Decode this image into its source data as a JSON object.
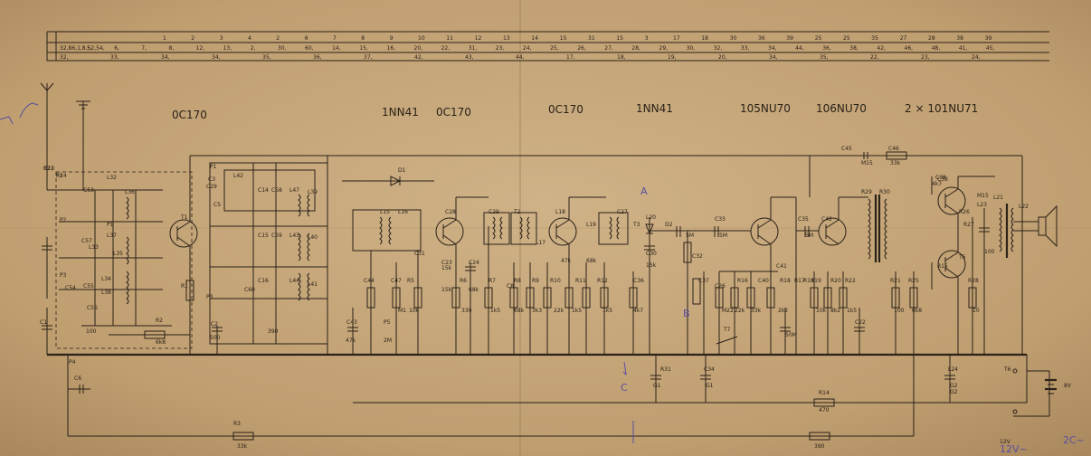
{
  "sheet": {
    "title_row_labels": [
      "2"
    ],
    "table": {
      "row1": [
        "1",
        "2",
        "3",
        "4",
        "2",
        "6",
        "7",
        "8",
        "9",
        "10",
        "11",
        "12",
        "13",
        "14",
        "15",
        "31",
        "15",
        "3",
        "17",
        "18",
        "30",
        "36",
        "39",
        "25",
        "25",
        "35",
        "27",
        "28",
        "38",
        "39"
      ],
      "row2": [
        "32,86,1,8,52,54,",
        "5,",
        "6,",
        "7,",
        "8,",
        "12,",
        "13,",
        "2,",
        "30,",
        "60,",
        "14,",
        "15,",
        "16,",
        "20,",
        "22,",
        "31,",
        "23,",
        "24,",
        "25,",
        "26,",
        "27,",
        "28,",
        "29,",
        "30,",
        "32,",
        "33,",
        "34,",
        "44,",
        "36,",
        "38,",
        "42,",
        "46,",
        "48,",
        "41,",
        "45,"
      ],
      "row3": [
        "32,",
        "33,",
        "34,",
        "34,",
        "35,",
        "36,",
        "37,",
        "42,",
        "43,",
        "44,",
        "17,",
        "18,",
        "19,",
        "20,",
        "34,",
        "35,",
        "22,",
        "23,",
        "24,"
      ]
    },
    "transistors": [
      {
        "id": "0c170-1",
        "label": "0C170"
      },
      {
        "id": "1nn41-1",
        "label": "1NN41"
      },
      {
        "id": "0c170-2",
        "label": "0C170"
      },
      {
        "id": "0c170-3",
        "label": "0C170"
      },
      {
        "id": "1nn41-2",
        "label": "1NN41"
      },
      {
        "id": "105nu70",
        "label": "105NU70"
      },
      {
        "id": "106nu70",
        "label": "106NU70"
      },
      {
        "id": "2x101nu71",
        "label": "2 × 101NU71"
      }
    ],
    "components": [
      "C12",
      "P1",
      "L32",
      "L36",
      "C53",
      "P1",
      "L33",
      "L35",
      "L34",
      "C55",
      "C54",
      "L38",
      "P2",
      "L37",
      "P3",
      "C57",
      "T1",
      "C29",
      "P1",
      "L42",
      "C14",
      "C58",
      "L47",
      "L39",
      "C15",
      "C59",
      "L43",
      "L40",
      "C16",
      "L44",
      "L41",
      "C60",
      "P3",
      "C56",
      "C1",
      "R1",
      "R2",
      "R3",
      "C2",
      "C3",
      "C5",
      "C6",
      "D1",
      "L15",
      "L16",
      "C31",
      "C43",
      "C23",
      "C24",
      "C28",
      "C29",
      "T2",
      "L17",
      "L18",
      "C27",
      "T3",
      "L19",
      "L20",
      "C30",
      "D2",
      "C32",
      "C33",
      "R31",
      "C34",
      "C35",
      "C36",
      "C37",
      "C38",
      "R15",
      "R16",
      "C40",
      "C41",
      "R18",
      "R17",
      "R19",
      "R20",
      "R22",
      "R21",
      "R25",
      "R28",
      "R27",
      "R29",
      "R30",
      "L21",
      "L22",
      "L23",
      "L24",
      "C45",
      "C46",
      "C42",
      "R26",
      "T5",
      "T6",
      "T7",
      "P4",
      "P5",
      "C8",
      "C22",
      "C26",
      "C39",
      "C44",
      "C47",
      "R5",
      "R6",
      "R7",
      "R8",
      "R9",
      "R10",
      "R11",
      "R12",
      "R13",
      "R14",
      "R23",
      "R24"
    ],
    "values": [
      "15k",
      "68k",
      "47k",
      "68k",
      "15k",
      "M1",
      "10k",
      "330",
      "1k5",
      "68k",
      "3k3",
      "22k",
      "1k5",
      "1k5",
      "4k7",
      "5M",
      "5M",
      "5M",
      "15k",
      "22k",
      "33k",
      "2k2",
      "50M",
      "10k",
      "8k2",
      "1k5",
      "100",
      "6k8",
      "10",
      "M22",
      "G1",
      "G1",
      "G2",
      "G2",
      "470",
      "33k",
      "390",
      "6k8",
      "390",
      "500",
      "100",
      "2M",
      "47k",
      "M15",
      "33k",
      "4k7",
      "M15",
      "100",
      "8V",
      "12V"
    ],
    "handwritten": [
      "A",
      "B",
      "C",
      "12V~",
      "2C~"
    ]
  }
}
